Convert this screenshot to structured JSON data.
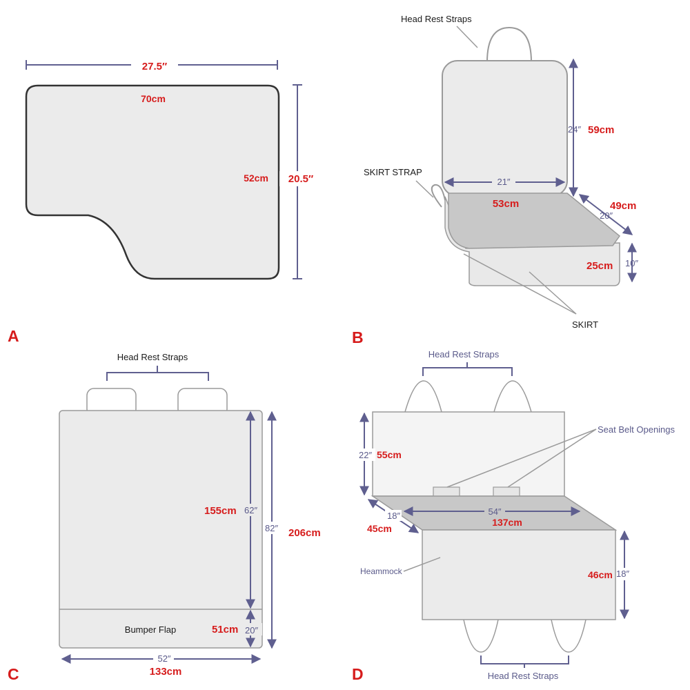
{
  "panels": {
    "a": {
      "letter": "A",
      "width_in": "27.5″",
      "width_cm": "70cm",
      "height_cm": "52cm",
      "height_in": "20.5″"
    },
    "b": {
      "letter": "B",
      "head_rest_straps": "Head Rest Straps",
      "skirt_strap": "SKIRT STRAP",
      "skirt": "SKIRT",
      "back_height_in": "24″",
      "back_height_cm": "59cm",
      "back_width_in": "21″",
      "seat_width_cm": "53cm",
      "seat_depth_in": "20″",
      "seat_depth_cm": "49cm",
      "skirt_height_cm": "25cm",
      "skirt_height_in": "10″"
    },
    "c": {
      "letter": "C",
      "head_rest_straps": "Head Rest Straps",
      "bumper_flap": "Bumper Flap",
      "main_cm": "155cm",
      "main_in": "62″",
      "total_in": "82″",
      "total_cm": "206cm",
      "flap_cm": "51cm",
      "flap_in": "20″",
      "width_in": "52″",
      "width_cm": "133cm"
    },
    "d": {
      "letter": "D",
      "head_rest_straps_top": "Head Rest Straps",
      "head_rest_straps_bottom": "Head Rest Straps",
      "seat_belt_openings": "Seat Belt Openings",
      "heammock": "Heammock",
      "back_in": "22″",
      "back_cm": "55cm",
      "width_in": "54″",
      "width_cm": "137cm",
      "seat_in": "18″",
      "seat_cm": "45cm",
      "drop_cm": "46cm",
      "drop_in": "18″"
    }
  },
  "colors": {
    "label_red": "#d61c1c",
    "dimension_navy": "#5f5f8f",
    "fill_light": "#ebebeb",
    "fill_mid": "#c8c8c8"
  }
}
